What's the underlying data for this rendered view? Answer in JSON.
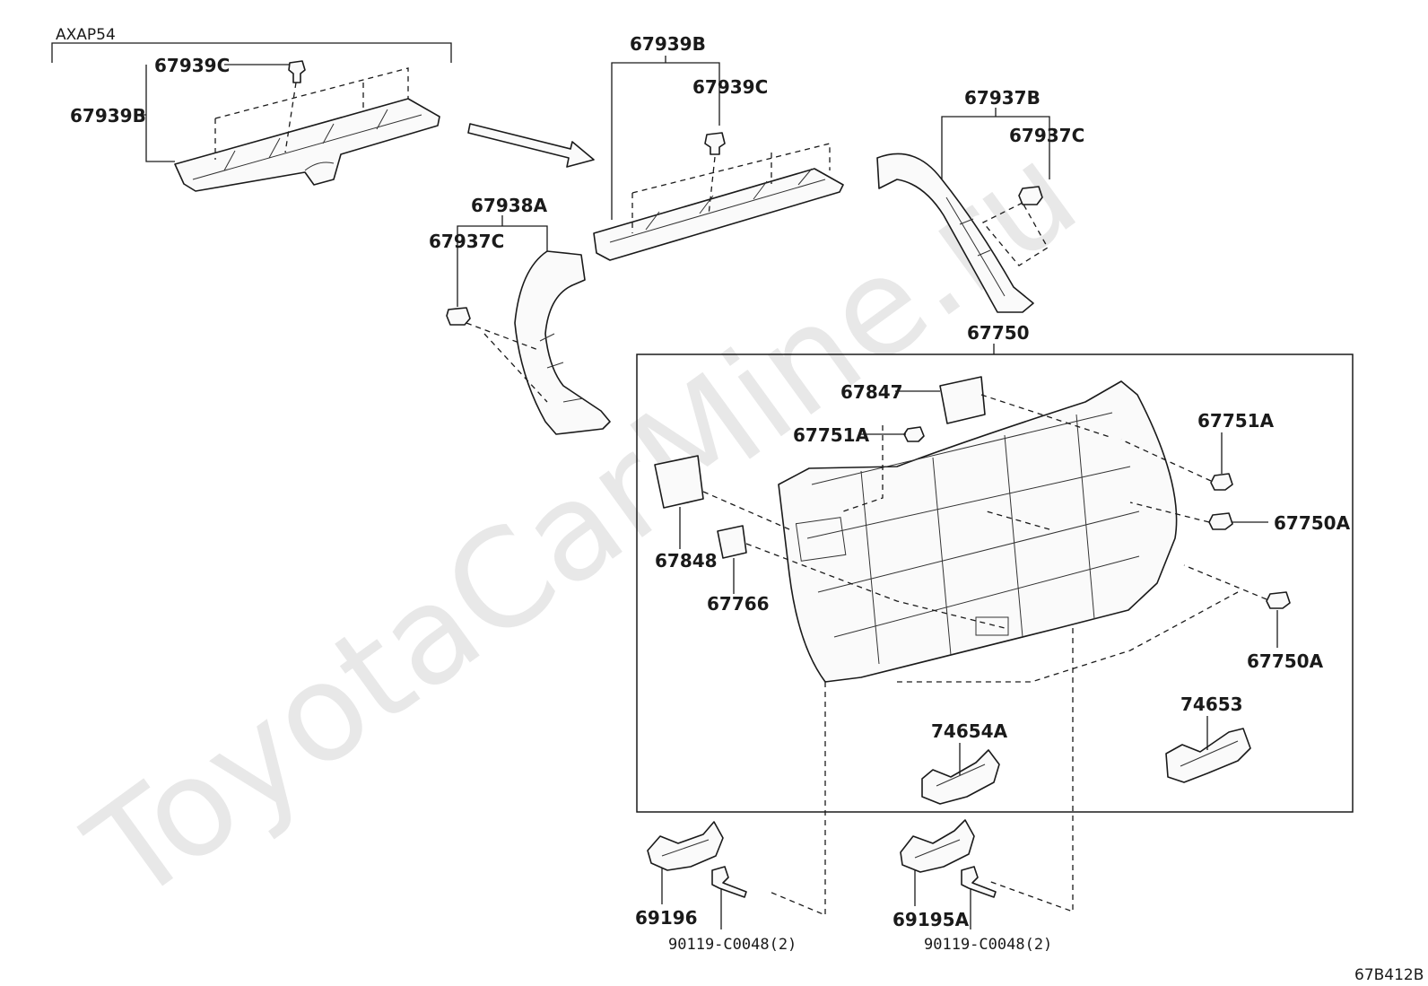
{
  "watermark": "ToyotaCarMine.ru",
  "variant": "AXAP54",
  "diagram_code": "67B412B",
  "labels": {
    "p67939C_a": "67939C",
    "p67939B_a": "67939B",
    "p67939B_b": "67939B",
    "p67939C_b": "67939C",
    "p67937B": "67937B",
    "p67937C_a": "67937C",
    "p67938A": "67938A",
    "p67937C_b": "67937C",
    "p67750": "67750",
    "p67847": "67847",
    "p67751A_a": "67751A",
    "p67751A_b": "67751A",
    "p67750A_a": "67750A",
    "p67750A_b": "67750A",
    "p67848": "67848",
    "p67766": "67766",
    "p74653": "74653",
    "p74654A": "74654A",
    "p69196": "69196",
    "p69195A": "69195A",
    "p90119_a": "90119-C0048(2)",
    "p90119_b": "90119-C0048(2)"
  }
}
